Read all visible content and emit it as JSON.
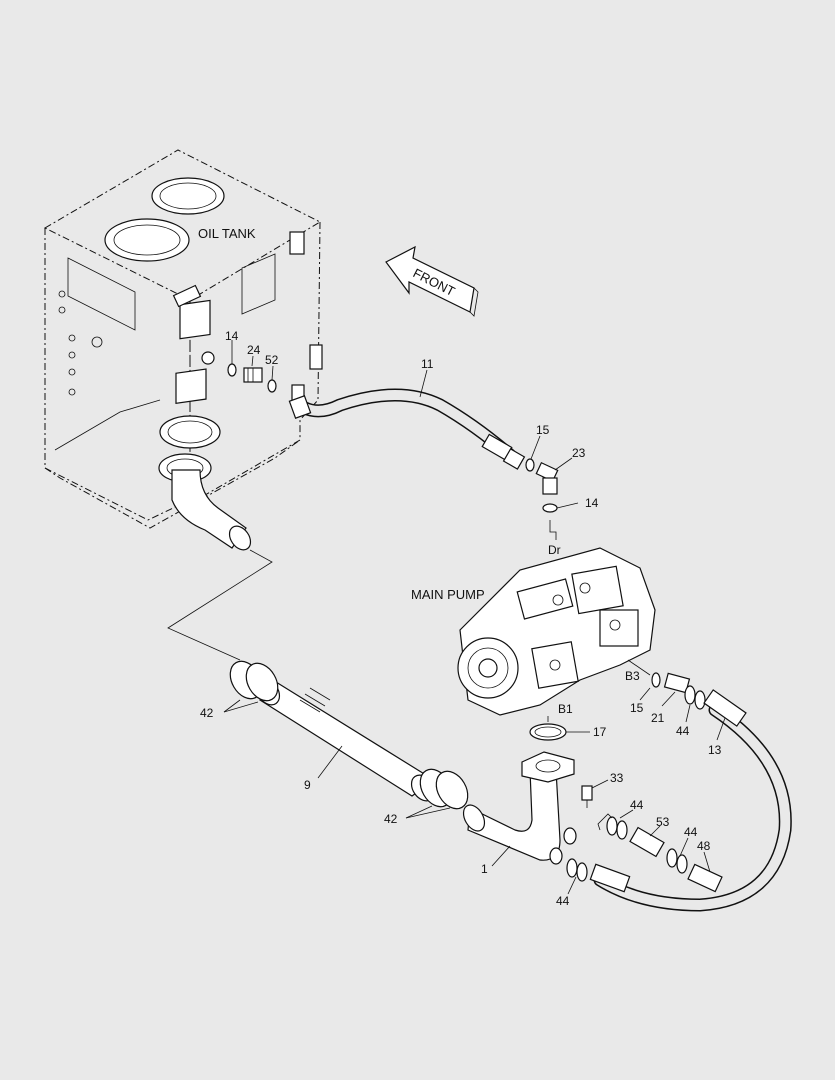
{
  "labels": {
    "oil_tank": "OIL TANK",
    "front": "FRONT",
    "main_pump": "MAIN PUMP",
    "port_dr": "Dr",
    "port_b3": "B3",
    "port_b1": "B1"
  },
  "callouts": {
    "p14a": "14",
    "p24": "24",
    "p52": "52",
    "p11": "11",
    "p15a": "15",
    "p23": "23",
    "p14b": "14",
    "p15b": "15",
    "p21": "21",
    "p44a": "44",
    "p13": "13",
    "p17": "17",
    "p42a": "42",
    "p9": "9",
    "p33": "33",
    "p44b": "44",
    "p53": "53",
    "p44c": "44",
    "p48": "48",
    "p42b": "42",
    "p1": "1",
    "p44d": "44"
  }
}
